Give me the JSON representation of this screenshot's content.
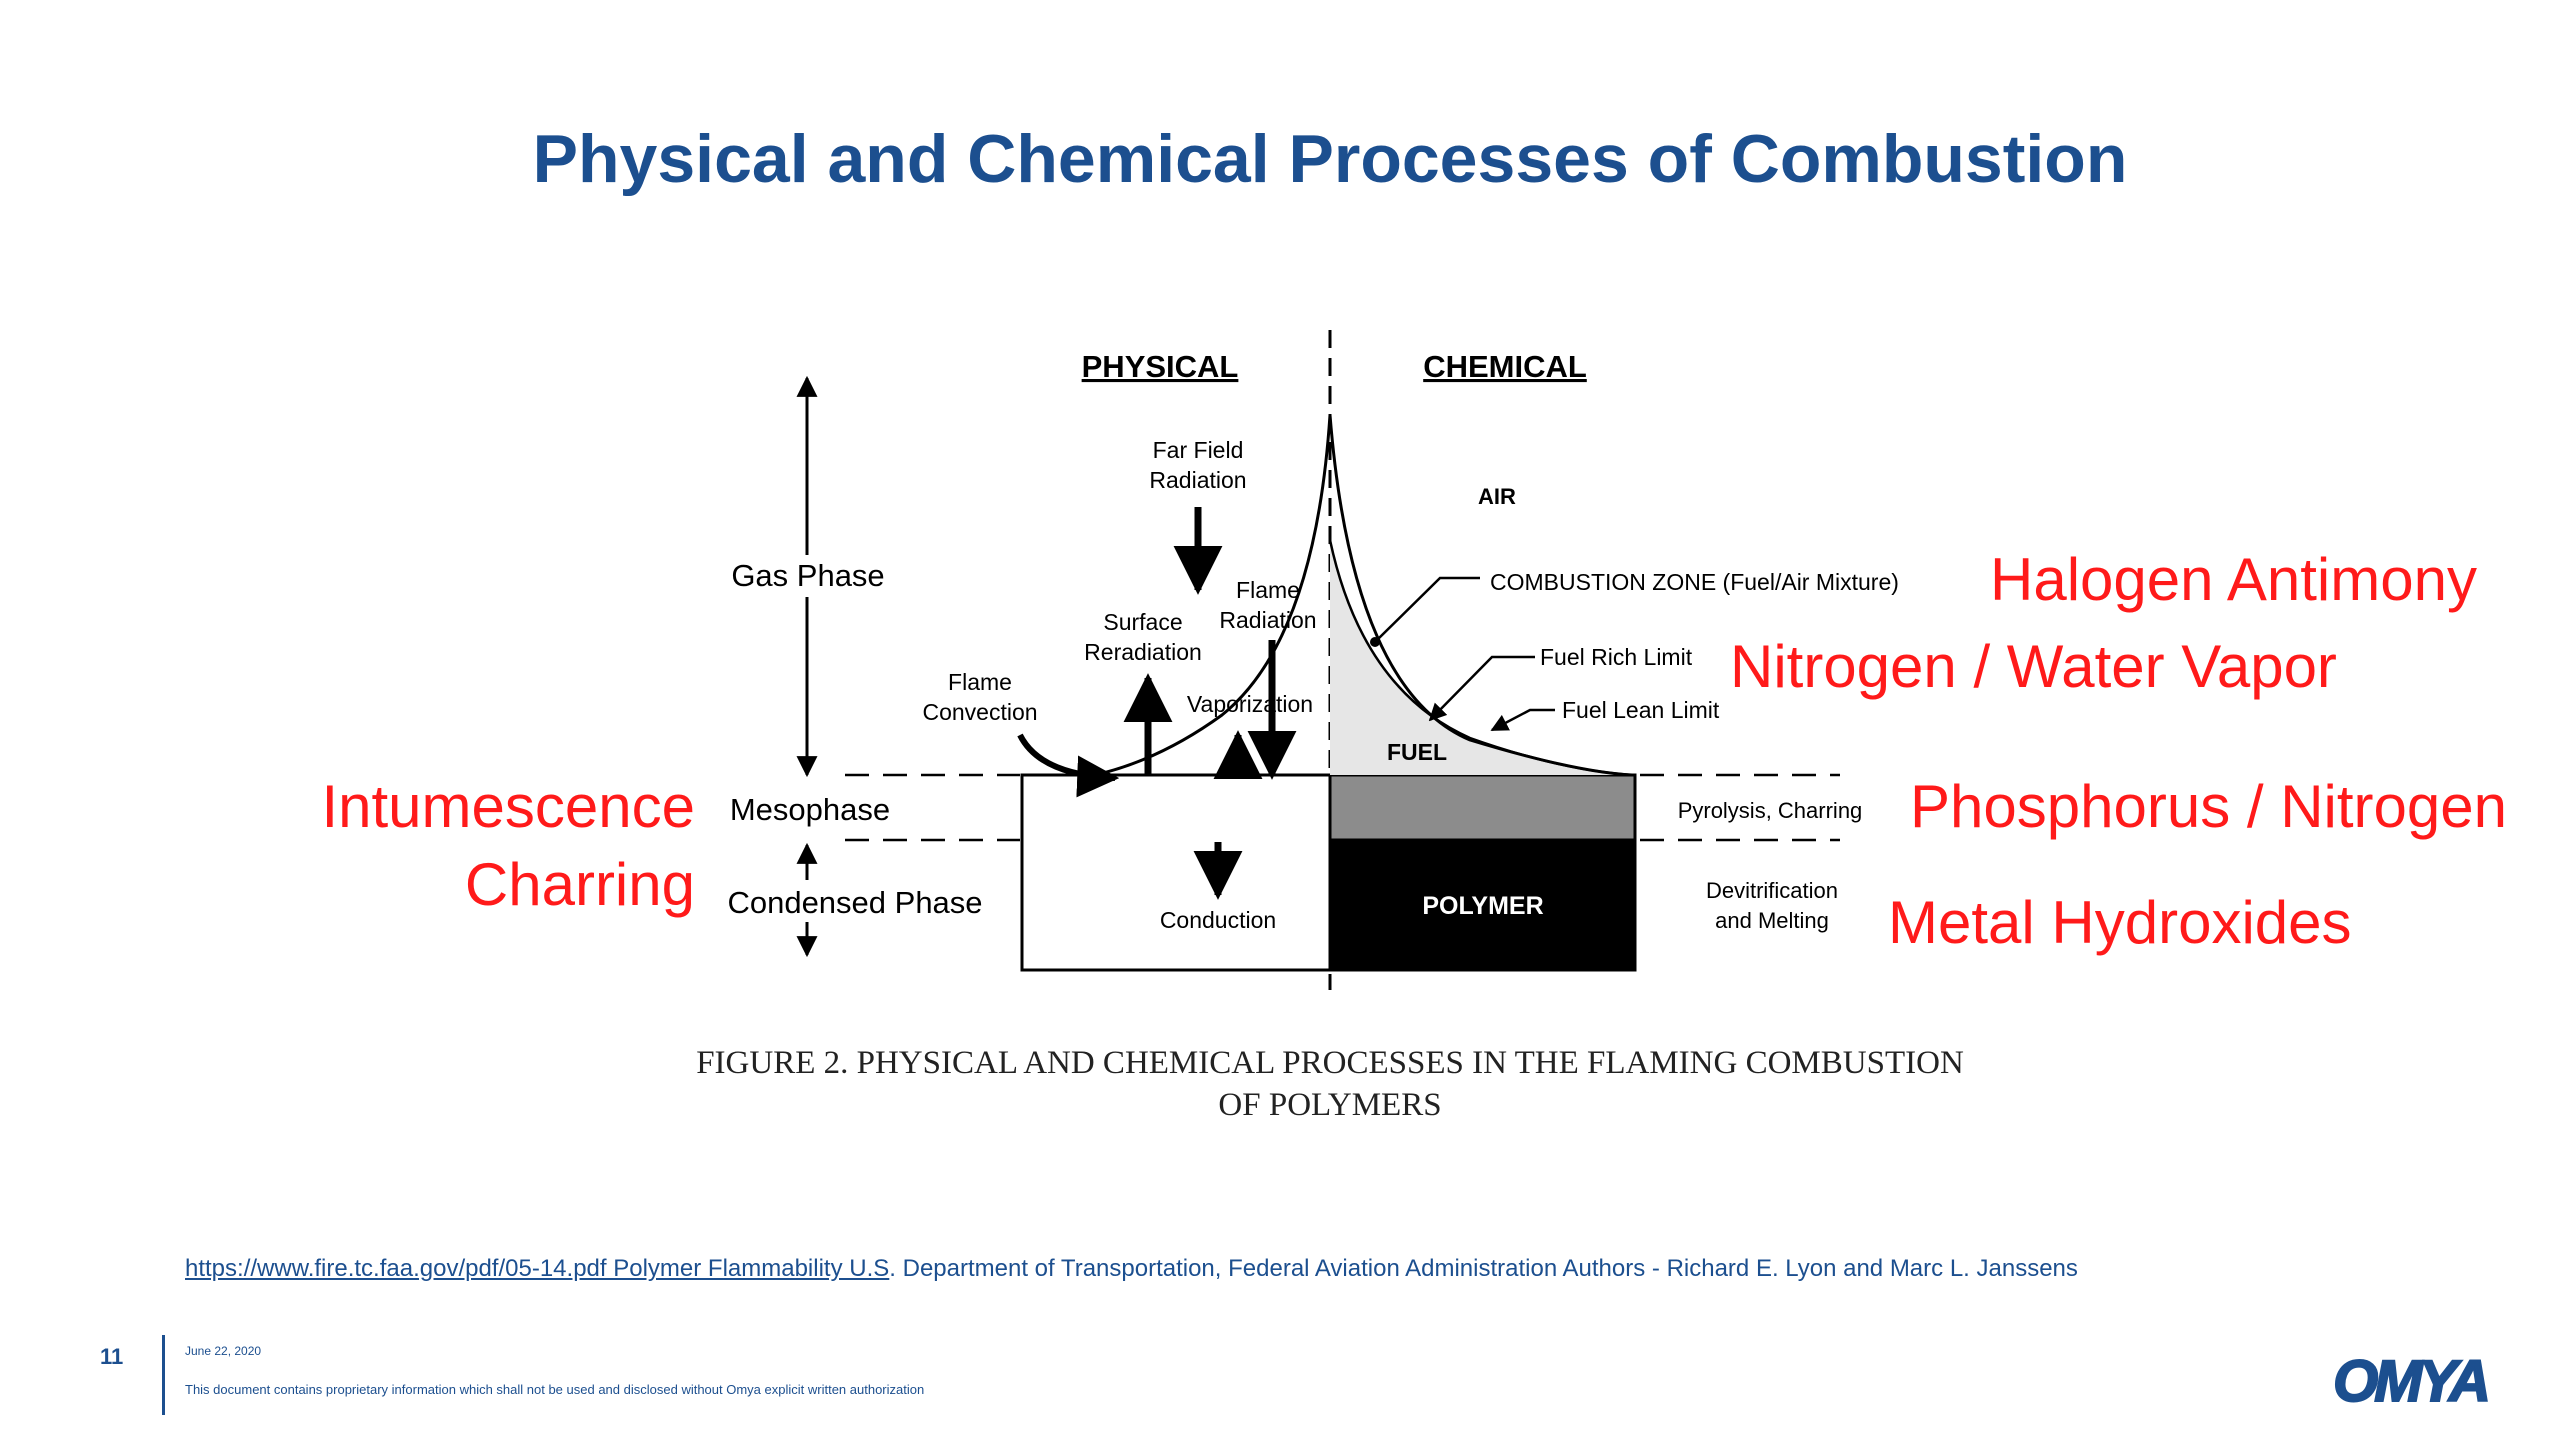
{
  "slide": {
    "title": "Physical and Chemical Processes of Combustion",
    "page_number": "11",
    "date": "June 22, 2020",
    "disclaimer": "This document contains proprietary information which shall not be used and disclosed without Omya explicit written authorization",
    "reference_link": "https://www.fire.tc.faa.gov/pdf/05-14.pdf Polymer Flammability U.S",
    "reference_text": ". Department of Transportation, Federal Aviation Administration Authors - Richard E. Lyon and Marc L. Janssens",
    "logo_text": "OMYA"
  },
  "figure": {
    "header_physical": "PHYSICAL",
    "header_chemical": "CHEMICAL",
    "gas_phase": "Gas Phase",
    "mesophase": "Mesophase",
    "condensed_phase": "Condensed Phase",
    "far_field_1": "Far Field",
    "far_field_2": "Radiation",
    "flame_rad_1": "Flame",
    "flame_rad_2": "Radiation",
    "surface_1": "Surface",
    "surface_2": "Reradiation",
    "convection_1": "Flame",
    "convection_2": "Convection",
    "vaporization": "Vaporization",
    "air": "AIR",
    "combustion_zone": "COMBUSTION  ZONE (Fuel/Air Mixture)",
    "fuel_rich": "Fuel Rich Limit",
    "fuel_lean": "Fuel Lean Limit",
    "fuel": "FUEL",
    "pyrolysis": "Pyrolysis, Charring",
    "conduction": "Conduction",
    "polymer": "POLYMER",
    "devit_1": "Devitrification",
    "devit_2": "and Melting",
    "caption_1": "FIGURE 2.  PHYSICAL AND CHEMICAL PROCESSES IN THE FLAMING COMBUSTION",
    "caption_2": "OF POLYMERS"
  },
  "annotations": {
    "halogen": "Halogen Antimony",
    "nitrogen_water": "Nitrogen / Water Vapor",
    "phosphorus": "Phosphorus / Nitrogen",
    "metal_hydroxides": "Metal Hydroxides",
    "intumescence": "Intumescence",
    "charring": "Charring",
    "color": "#ff1a1a"
  }
}
